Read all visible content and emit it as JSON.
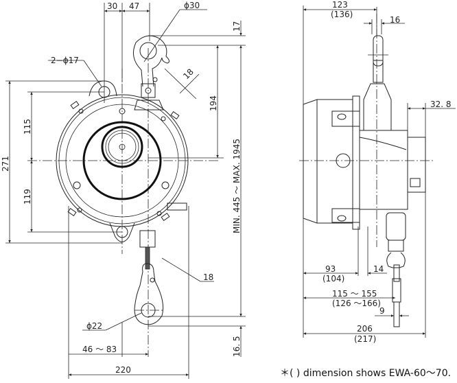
{
  "drawing": {
    "title": "Spring balancer dimensional drawing",
    "front_view": {
      "dims": {
        "d30": "30",
        "d47": "47",
        "hook_dia_top": "ϕ30",
        "hook_width_top": "18",
        "mount_holes": "2−ϕ17",
        "top_17": "17",
        "d194": "194",
        "stroke_range": "MIN. 445 ～ MAX. 1945",
        "height_271": "271",
        "upper_115": "115",
        "lower_119": "119",
        "hook_width_bottom": "18",
        "hook_dia_bottom": "ϕ22",
        "offset_range": "46 ～ 83",
        "width_220": "220",
        "bottom_16_5": "16. 5"
      }
    },
    "side_view": {
      "dims": {
        "depth_123": "123",
        "depth_123_alt": "(136)",
        "hook_thk_16": "16",
        "flange_32_8": "32. 8",
        "d93": "93",
        "d93_alt": "(104)",
        "d14": "14",
        "range_115_155": "115 ～ 155",
        "range_alt": "(126 ～166)",
        "d9": "9",
        "total_206": "206",
        "total_206_alt": "(217)"
      }
    },
    "footnote": "＊(   ) dimension shows EWA-60～70."
  }
}
